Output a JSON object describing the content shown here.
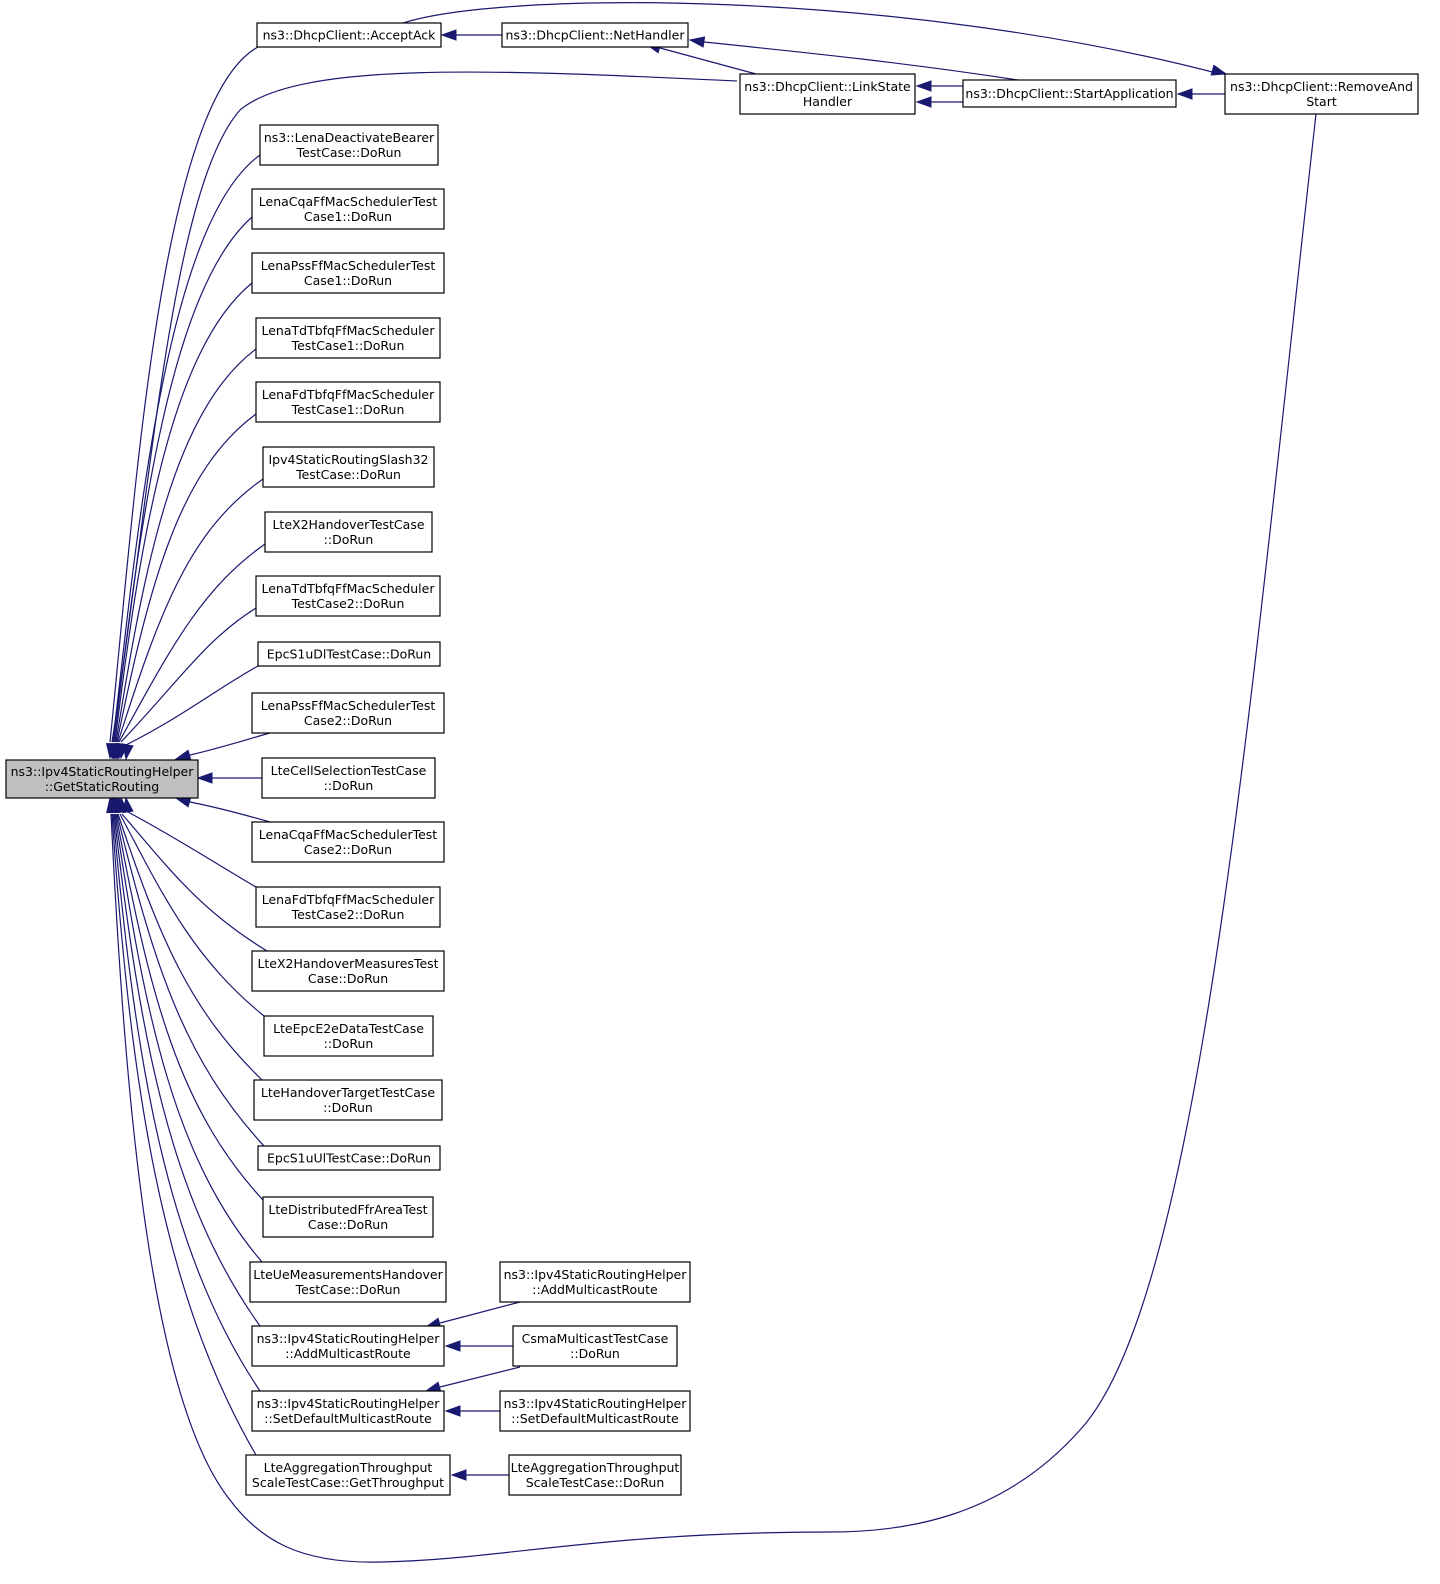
{
  "diagram": {
    "type": "call-graph",
    "colors": {
      "edge": "#191970",
      "node_border": "#000000",
      "focus_fill": "#bfbfbf",
      "node_fill": "#ffffff"
    },
    "nodes": [
      {
        "id": "getstatic",
        "lines": [
          "ns3::Ipv4StaticRoutingHelper",
          "::GetStaticRouting"
        ],
        "focus": true
      },
      {
        "id": "acceptack",
        "lines": [
          "ns3::DhcpClient::AcceptAck"
        ]
      },
      {
        "id": "nethandler",
        "lines": [
          "ns3::DhcpClient::NetHandler"
        ]
      },
      {
        "id": "linkstate",
        "lines": [
          "ns3::DhcpClient::LinkState",
          "Handler"
        ]
      },
      {
        "id": "startapp",
        "lines": [
          "ns3::DhcpClient::StartApplication"
        ]
      },
      {
        "id": "removeand",
        "lines": [
          "ns3::DhcpClient::RemoveAnd",
          "Start"
        ]
      },
      {
        "id": "lenadeact",
        "lines": [
          "ns3::LenaDeactivateBearer",
          "TestCase::DoRun"
        ]
      },
      {
        "id": "cqa1",
        "lines": [
          "LenaCqaFfMacSchedulerTest",
          "Case1::DoRun"
        ]
      },
      {
        "id": "pss1",
        "lines": [
          "LenaPssFfMacSchedulerTest",
          "Case1::DoRun"
        ]
      },
      {
        "id": "tdtbfq1",
        "lines": [
          "LenaTdTbfqFfMacScheduler",
          "TestCase1::DoRun"
        ]
      },
      {
        "id": "fdtbfq1",
        "lines": [
          "LenaFdTbfqFfMacScheduler",
          "TestCase1::DoRun"
        ]
      },
      {
        "id": "slash32",
        "lines": [
          "Ipv4StaticRoutingSlash32",
          "TestCase::DoRun"
        ]
      },
      {
        "id": "x2handover",
        "lines": [
          "LteX2HandoverTestCase",
          "::DoRun"
        ]
      },
      {
        "id": "tdtbfq2",
        "lines": [
          "LenaTdTbfqFfMacScheduler",
          "TestCase2::DoRun"
        ]
      },
      {
        "id": "s1udl",
        "lines": [
          "EpcS1uDlTestCase::DoRun"
        ]
      },
      {
        "id": "pss2",
        "lines": [
          "LenaPssFfMacSchedulerTest",
          "Case2::DoRun"
        ]
      },
      {
        "id": "cellsel",
        "lines": [
          "LteCellSelectionTestCase",
          "::DoRun"
        ]
      },
      {
        "id": "cqa2",
        "lines": [
          "LenaCqaFfMacSchedulerTest",
          "Case2::DoRun"
        ]
      },
      {
        "id": "fdtbfq2",
        "lines": [
          "LenaFdTbfqFfMacScheduler",
          "TestCase2::DoRun"
        ]
      },
      {
        "id": "x2meas",
        "lines": [
          "LteX2HandoverMeasuresTest",
          "Case::DoRun"
        ]
      },
      {
        "id": "epce2e",
        "lines": [
          "LteEpcE2eDataTestCase",
          "::DoRun"
        ]
      },
      {
        "id": "handovertarget",
        "lines": [
          "LteHandoverTargetTestCase",
          "::DoRun"
        ]
      },
      {
        "id": "s1uul",
        "lines": [
          "EpcS1uUlTestCase::DoRun"
        ]
      },
      {
        "id": "distffr",
        "lines": [
          "LteDistributedFfrAreaTest",
          "Case::DoRun"
        ]
      },
      {
        "id": "uemeas",
        "lines": [
          "LteUeMeasurementsHandover",
          "TestCase::DoRun"
        ]
      },
      {
        "id": "addmc_mid",
        "lines": [
          "ns3::Ipv4StaticRoutingHelper",
          "::AddMulticastRoute"
        ]
      },
      {
        "id": "setdef_mid",
        "lines": [
          "ns3::Ipv4StaticRoutingHelper",
          "::SetDefaultMulticastRoute"
        ]
      },
      {
        "id": "getthroughput",
        "lines": [
          "LteAggregationThroughput",
          "ScaleTestCase::GetThroughput"
        ]
      },
      {
        "id": "addmc_right",
        "lines": [
          "ns3::Ipv4StaticRoutingHelper",
          "::AddMulticastRoute"
        ]
      },
      {
        "id": "csma",
        "lines": [
          "CsmaMulticastTestCase",
          "::DoRun"
        ]
      },
      {
        "id": "setdef_right",
        "lines": [
          "ns3::Ipv4StaticRoutingHelper",
          "::SetDefaultMulticastRoute"
        ]
      },
      {
        "id": "aggdorun",
        "lines": [
          "LteAggregationThroughput",
          "ScaleTestCase::DoRun"
        ]
      }
    ]
  }
}
